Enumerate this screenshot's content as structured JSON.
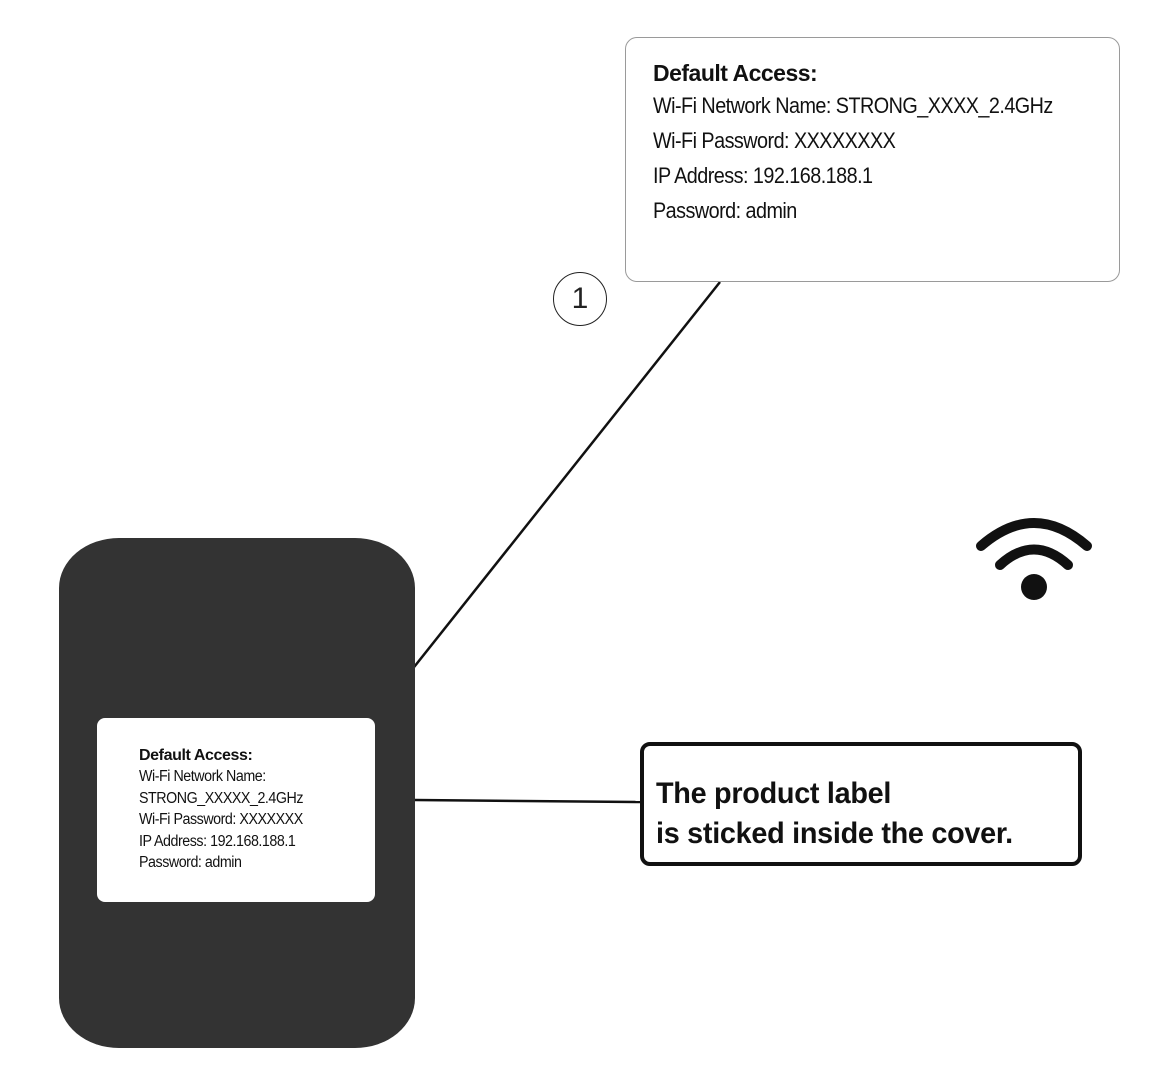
{
  "callout": {
    "step_number": "1",
    "title": "Default Access:",
    "lines": [
      "Wi-Fi Network Name: STRONG_XXXX_2.4GHz",
      "Wi-Fi Password: XXXXXXXX",
      "IP Address: 192.168.188.1",
      "Password: admin"
    ]
  },
  "device_label": {
    "title": "Default Access:",
    "lines": [
      "Wi-Fi Network Name:",
      "STRONG_XXXXX_2.4GHz",
      "Wi-Fi Password: XXXXXXX",
      "IP Address: 192.168.188.1",
      "Password: admin"
    ]
  },
  "notice": {
    "lines": [
      "The product label",
      "is sticked inside the cover."
    ]
  },
  "icons": {
    "wifi": "wifi-icon"
  },
  "colors": {
    "device_body": "#333333",
    "text": "#111111",
    "callout_border": "#9a9a9a"
  }
}
